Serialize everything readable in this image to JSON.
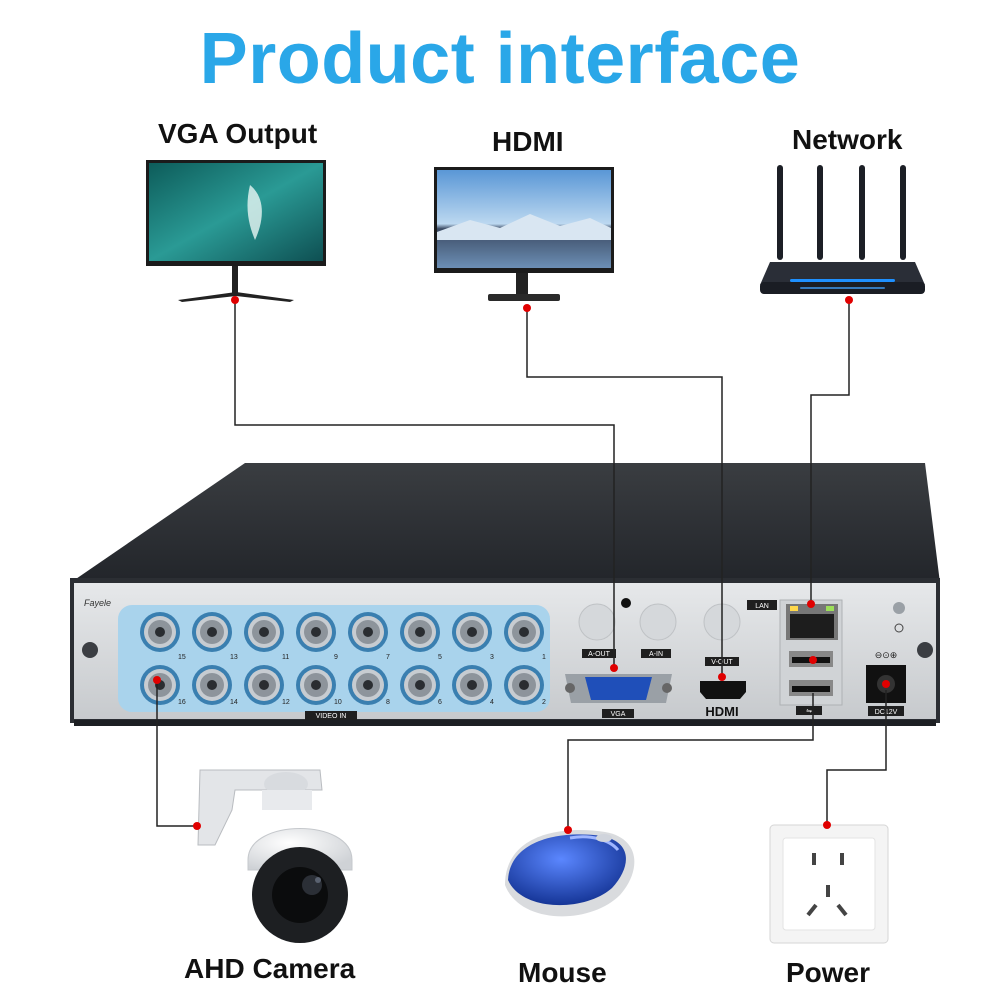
{
  "title": "Product interface",
  "devices": {
    "vga_output": "VGA Output",
    "hdmi": "HDMI",
    "network": "Network",
    "ahd_camera": "AHD Camera",
    "mouse": "Mouse",
    "power": "Power"
  },
  "panel": {
    "brand": "Fayele",
    "video_in": "VIDEO IN",
    "a_out": "A-OUT",
    "a_in": "A-IN",
    "vga": "VGA",
    "v_out": "V-OUT",
    "hdmi_logo": "HDMI",
    "lan": "LAN",
    "dc12v": "DC12V",
    "top_row_numbers": [
      "15",
      "13",
      "11",
      "9",
      "7",
      "5",
      "3",
      "1"
    ],
    "bottom_row_numbers": [
      "16",
      "14",
      "12",
      "10",
      "8",
      "6",
      "4",
      "2"
    ]
  },
  "colors": {
    "title_blue": "#2aa7e8",
    "bnc_panel": "#a9d3ec",
    "connector_red": "#e00000",
    "router_glow": "#1e90ff",
    "mouse_blue": "#1f4fc4"
  }
}
